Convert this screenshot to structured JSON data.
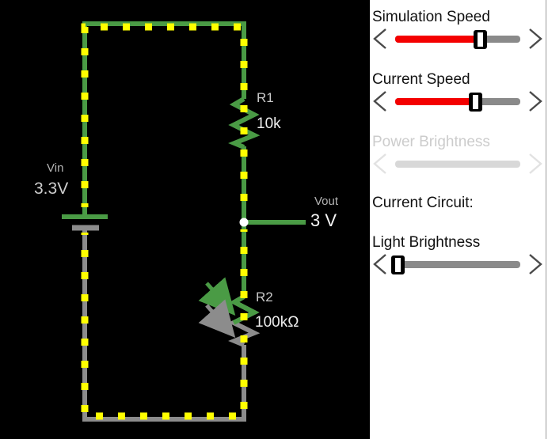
{
  "colors": {
    "canvas_bg": "#000000",
    "panel_bg": "#ffffff",
    "wire_positive": "#4a9b45",
    "wire_ground": "#8c8c8c",
    "current_dot": "#ffff00",
    "slider_fill": "#f40000",
    "slider_track": "#8a8a8a",
    "disabled_track": "#d8d8d8",
    "disabled_text": "#cccccc",
    "node_fill": "#ffffff"
  },
  "circuit": {
    "source": {
      "label": "Vin",
      "value": "3.3V"
    },
    "r1": {
      "label": "R1",
      "value": "10k"
    },
    "r2": {
      "label": "R2",
      "value": "100kΩ"
    },
    "vout": {
      "label": "Vout",
      "value": "3 V"
    }
  },
  "panel": {
    "current_circuit_label": "Current Circuit:",
    "sliders": [
      {
        "label": "Simulation Speed",
        "value_pct": 68,
        "enabled": true,
        "filled": true
      },
      {
        "label": "Current Speed",
        "value_pct": 64,
        "enabled": true,
        "filled": true
      },
      {
        "label": "Power Brightness",
        "value_pct": 0,
        "enabled": false,
        "filled": false
      },
      {
        "label": "Light Brightness",
        "value_pct": 2,
        "enabled": true,
        "filled": false
      }
    ]
  }
}
